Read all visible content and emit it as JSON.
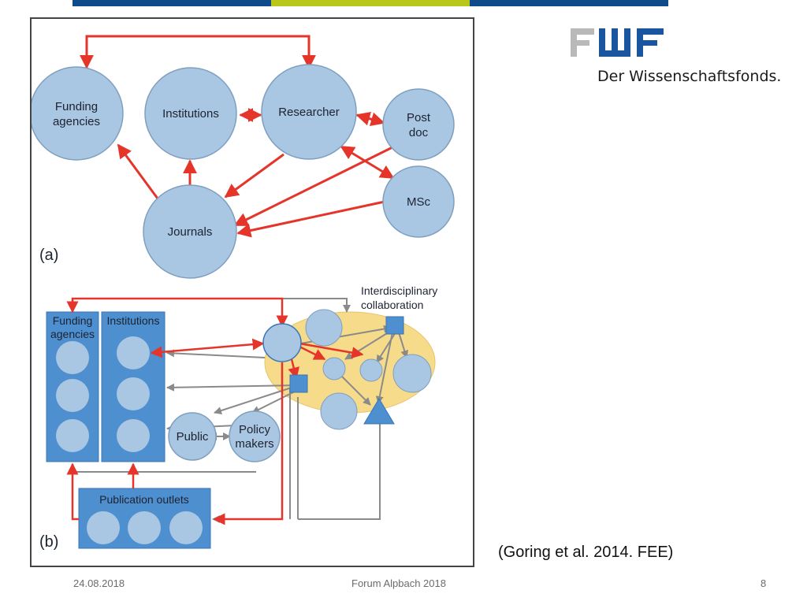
{
  "colors": {
    "bar_blue": "#0f4a8a",
    "bar_green": "#b8c71a",
    "node_fill": "#a9c6e3",
    "node_stroke": "#7f9fbf",
    "box_blue": "#4e8fd0",
    "red_arrow": "#e5352a",
    "gray_arrow": "#8a8a8a",
    "ellipse_yellow": "#f6dc8a"
  },
  "logo": {
    "mark": "FWF",
    "tagline": "Der Wissenschaftsfonds."
  },
  "diagram": {
    "panel_a": {
      "label": "(a)",
      "nodes": {
        "funding_agencies": "Funding\nagencies",
        "institutions": "Institutions",
        "researcher": "Researcher",
        "post_doc": "Post\ndoc",
        "msc": "MSc",
        "journals": "Journals"
      }
    },
    "panel_b": {
      "label": "(b)",
      "interdisciplinary": "Interdisciplinary\ncollaboration",
      "funding_agencies": "Funding\nagencies",
      "institutions": "Institutions",
      "public": "Public",
      "policy_makers": "Policy\nmakers",
      "publication_outlets": "Publication outlets"
    }
  },
  "citation": "(Goring et al. 2014. FEE)",
  "footer": {
    "date": "24.08.2018",
    "event": "Forum Alpbach 2018",
    "page": "8"
  }
}
